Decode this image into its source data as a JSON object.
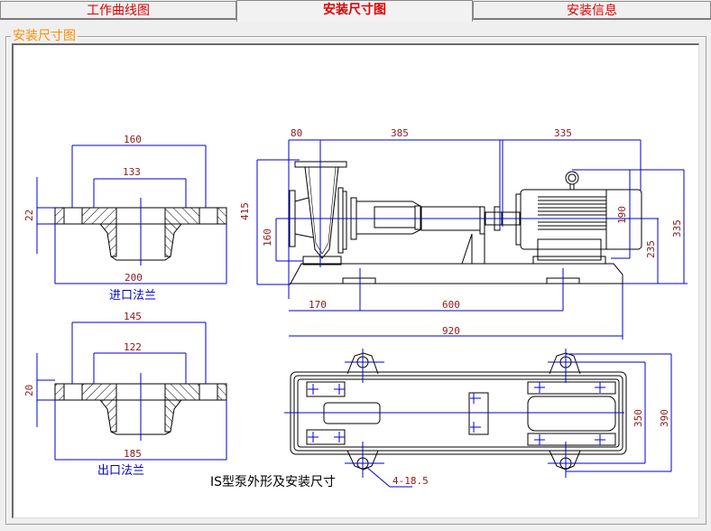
{
  "tabs": [
    {
      "label": "工作曲线图",
      "active": false
    },
    {
      "label": "安装尺寸图",
      "active": true
    },
    {
      "label": "安装信息",
      "active": false
    }
  ],
  "group": {
    "legend": "安装尺寸图"
  },
  "colors": {
    "tab_text": "#e00000",
    "legend": "#ff8c00",
    "dimension_line": "#0000cc",
    "dimension_text": "#8b1a1a",
    "outline": "#000000"
  },
  "drawing": {
    "title": "IS型泵外形及安装尺寸",
    "inlet_flange": {
      "caption": "进口法兰",
      "dims": {
        "bolt_circle": "160",
        "raised_face": "133",
        "outer": "200",
        "thickness": "22"
      }
    },
    "outlet_flange": {
      "caption": "出口法兰",
      "dims": {
        "bolt_circle": "145",
        "raised_face": "122",
        "outer": "185",
        "thickness": "20"
      }
    },
    "side_view": {
      "dims": {
        "suction_offset": "80",
        "pump_to_coupling": "385",
        "coupling_to_motor_end": "335",
        "total_height": "415",
        "shaft_height_pump": "160",
        "motor_height": "190",
        "shaft_height_base": "235",
        "motor_top_height": "335",
        "base_foot_offset": "170",
        "foot_spacing": "600",
        "base_length": "920"
      }
    },
    "plan_view": {
      "dims": {
        "foot_hole_spacing": "350",
        "base_width": "390",
        "holes": "4-18.5"
      }
    }
  }
}
